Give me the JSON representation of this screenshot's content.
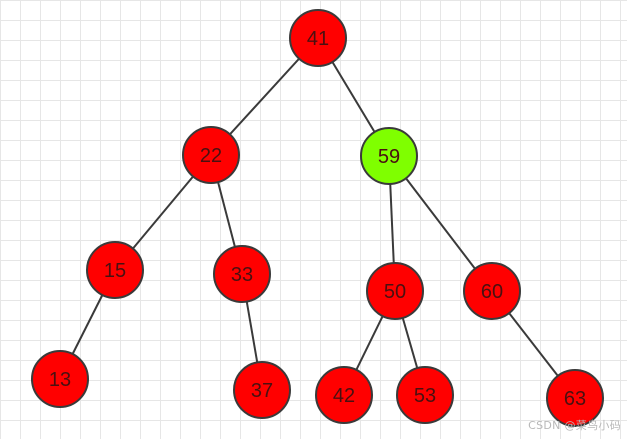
{
  "colors": {
    "node_default": "#ff0000",
    "node_highlight": "#7fff00",
    "edge": "#3a3a3a"
  },
  "nodes": [
    {
      "id": "n41",
      "label": "41",
      "highlight": false
    },
    {
      "id": "n22",
      "label": "22",
      "highlight": false
    },
    {
      "id": "n59",
      "label": "59",
      "highlight": true
    },
    {
      "id": "n15",
      "label": "15",
      "highlight": false
    },
    {
      "id": "n33",
      "label": "33",
      "highlight": false
    },
    {
      "id": "n50",
      "label": "50",
      "highlight": false
    },
    {
      "id": "n60",
      "label": "60",
      "highlight": false
    },
    {
      "id": "n13",
      "label": "13",
      "highlight": false
    },
    {
      "id": "n37",
      "label": "37",
      "highlight": false
    },
    {
      "id": "n42",
      "label": "42",
      "highlight": false
    },
    {
      "id": "n53",
      "label": "53",
      "highlight": false
    },
    {
      "id": "n63",
      "label": "63",
      "highlight": false
    }
  ],
  "edges": [
    [
      "n41",
      "n22"
    ],
    [
      "n41",
      "n59"
    ],
    [
      "n22",
      "n15"
    ],
    [
      "n22",
      "n33"
    ],
    [
      "n15",
      "n13"
    ],
    [
      "n33",
      "n37"
    ],
    [
      "n59",
      "n50"
    ],
    [
      "n59",
      "n60"
    ],
    [
      "n50",
      "n42"
    ],
    [
      "n50",
      "n53"
    ],
    [
      "n60",
      "n63"
    ]
  ],
  "watermark": "CSDN @菜鸟小码"
}
